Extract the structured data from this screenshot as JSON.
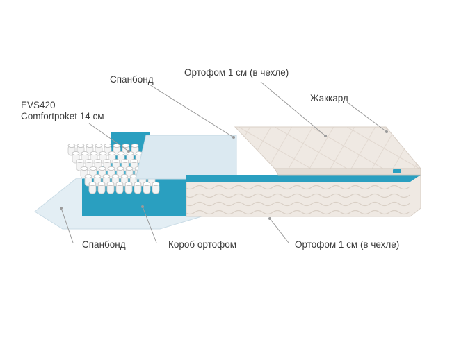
{
  "labels": {
    "spunbond_top": "Спанбонд",
    "ortofom_top": "Ортофом 1 см (в чехле)",
    "jacquard": "Жаккард",
    "springs_line1": "EVS420",
    "springs_line2": "Comfortpoket 14 см",
    "spunbond_bottom": "Спанбонд",
    "box": "Короб ортофом",
    "ortofom_bottom": "Ортофом 1 см (в чехле)"
  },
  "colors": {
    "teal": "#2a9fc0",
    "teal_dark": "#1f7f9b",
    "fabric": "#efe9e3",
    "spunbond": "#dbe9f1",
    "text": "#3a3a3a",
    "leader": "#9a9a9a"
  }
}
